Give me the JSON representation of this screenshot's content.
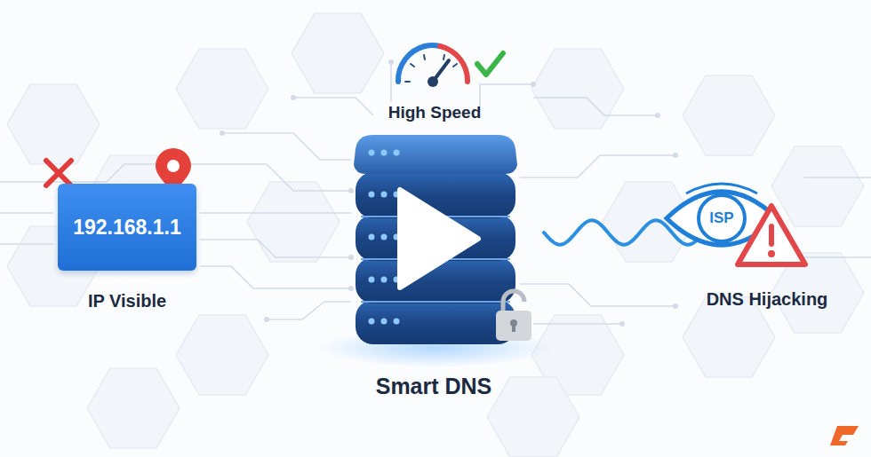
{
  "diagram": {
    "nodes": [
      {
        "text": [
          "192.168.1.1"
        ]
      },
      {
        "text": [
          "ISP"
        ]
      }
    ],
    "labels": [
      "High Speed",
      "IP Visible",
      "Smart DNS",
      "DNS Hijacking"
    ]
  }
}
